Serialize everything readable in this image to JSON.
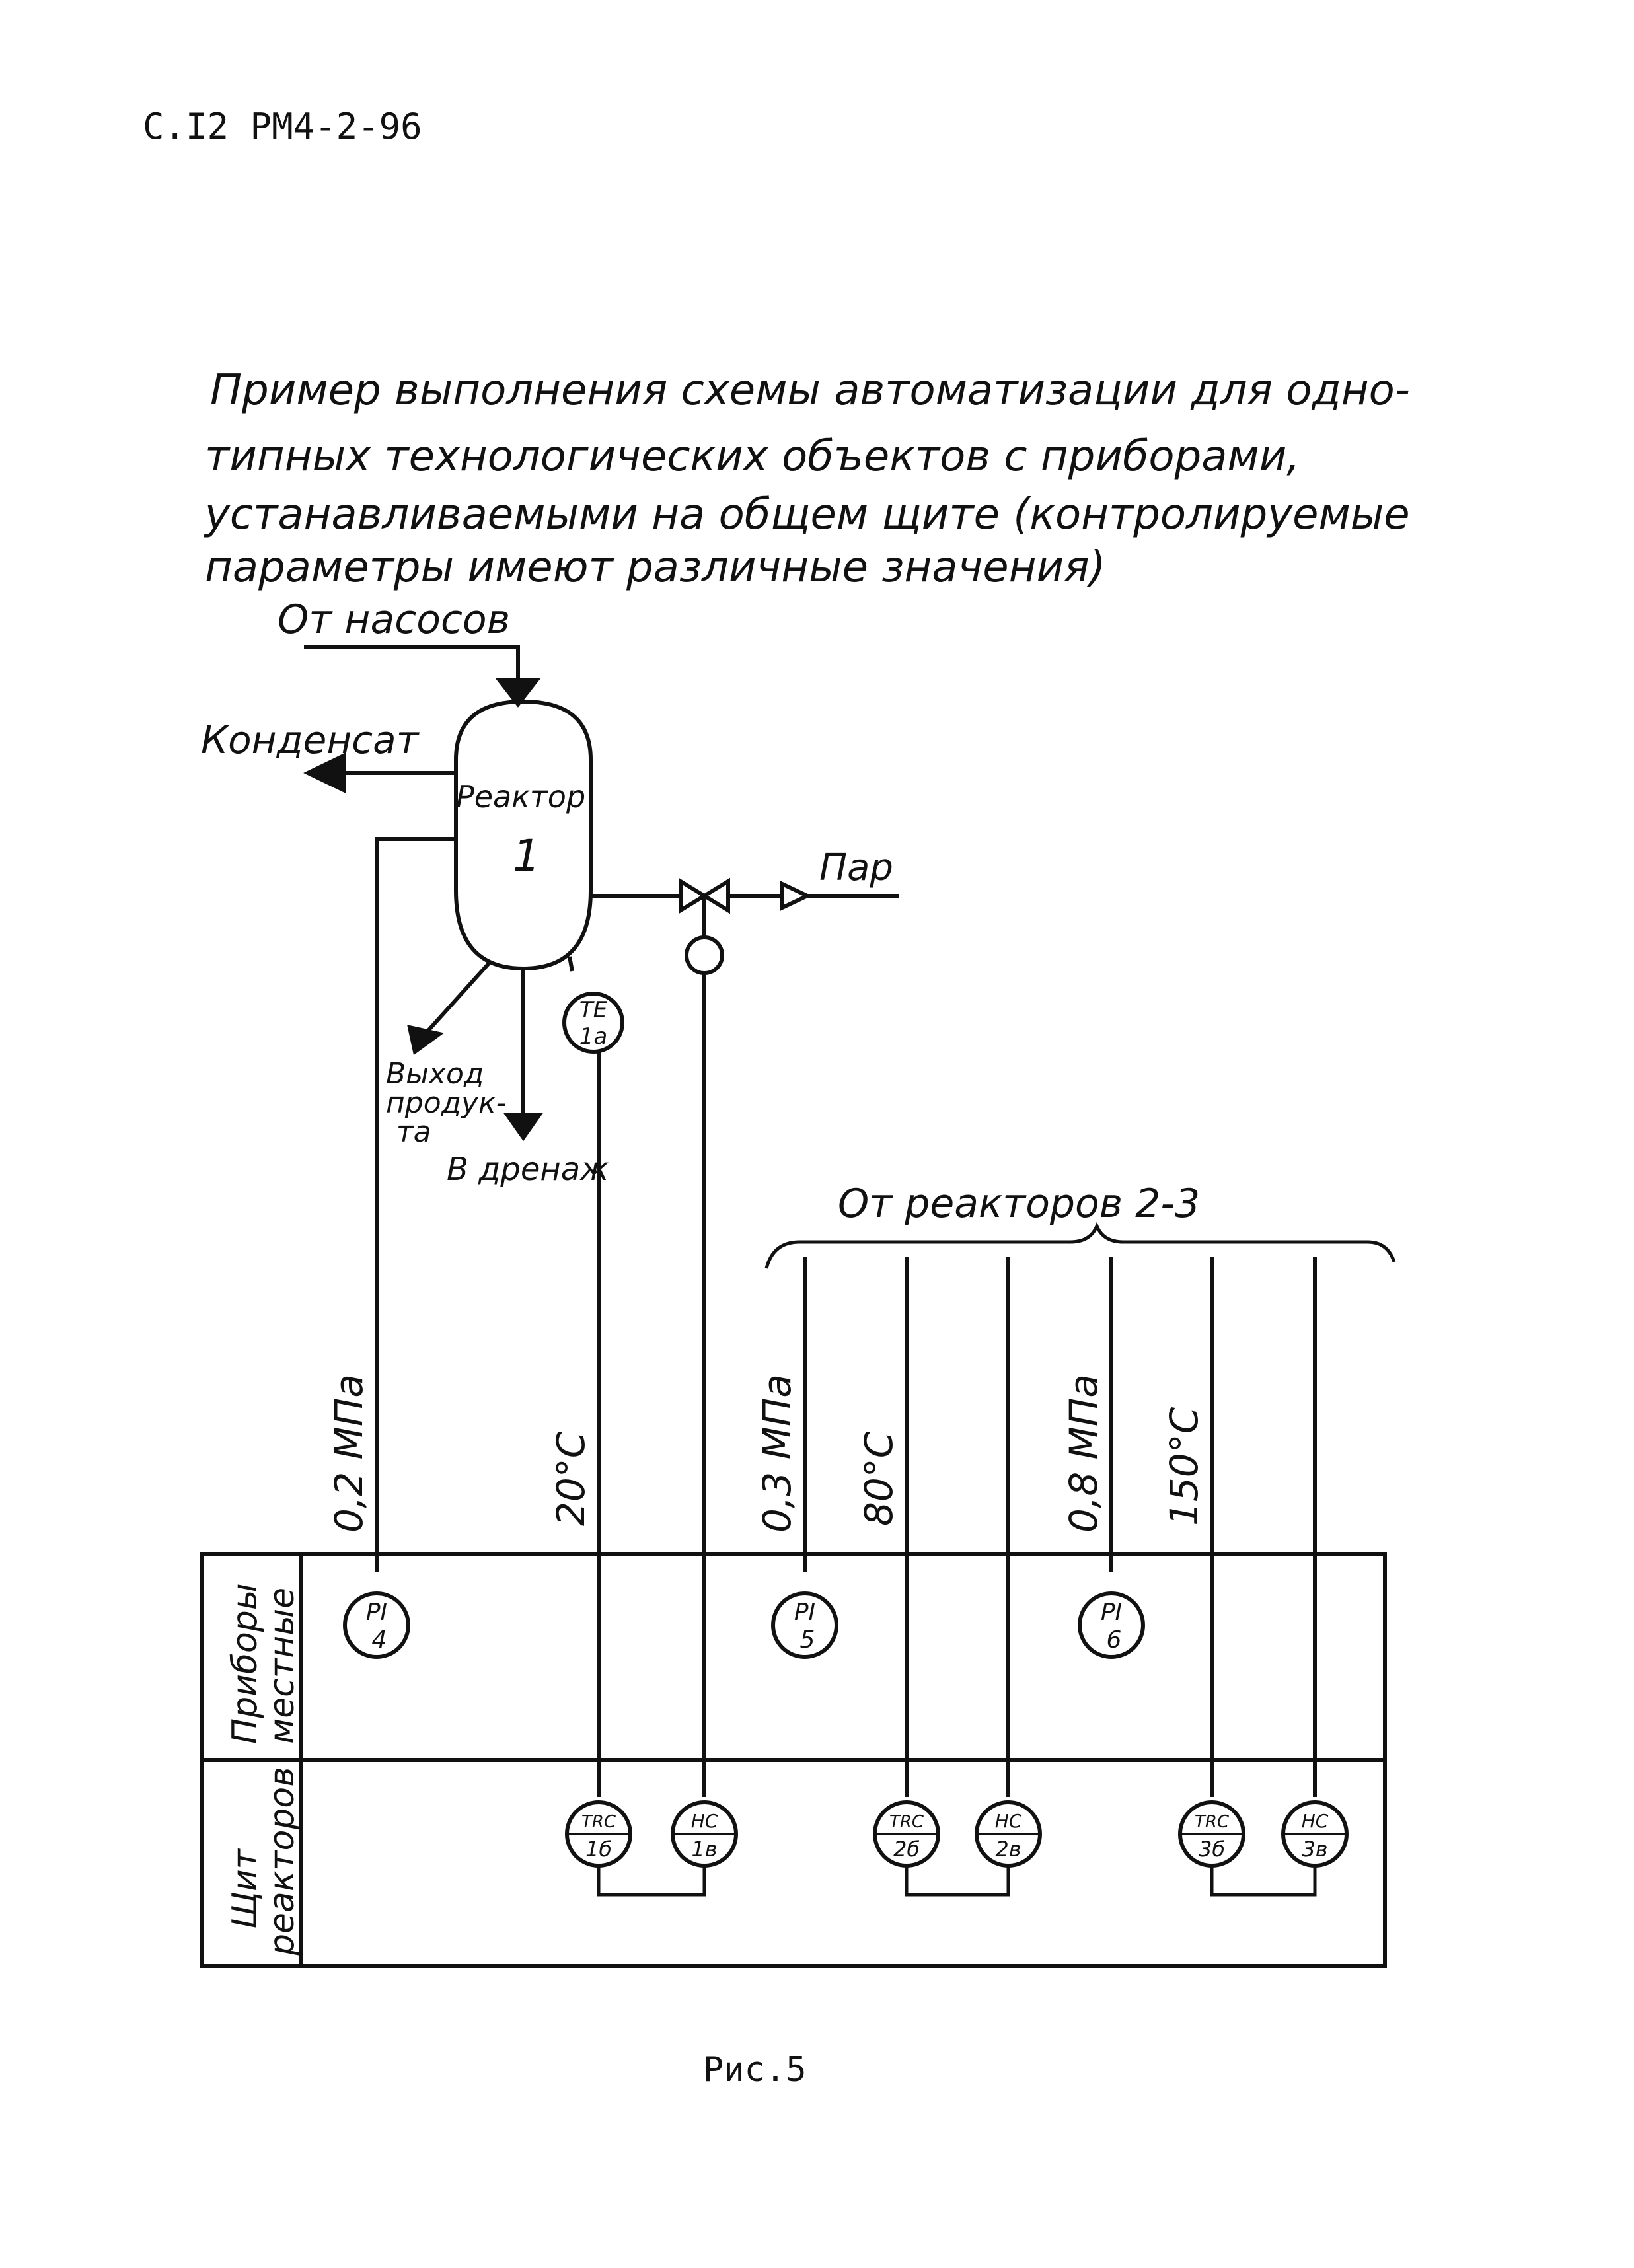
{
  "header": {
    "page_code": "C.I2 PM4-2-96"
  },
  "title_lines": [
    "Пример выполнения схемы автоматизации для одно-",
    "типных технологических объектов с приборами,",
    "устанавливаемыми на общем щите (контролируемые",
    "параметры имеют различные значения)"
  ],
  "flows": {
    "from_pumps": "От насосов",
    "condensate": "Конденсат",
    "steam": "Пар",
    "product_out_lines": [
      "Выход",
      "продук-",
      "та"
    ],
    "drain": "В дренаж"
  },
  "reactor": {
    "label": "Реактор",
    "number": "1"
  },
  "sensor_te": {
    "code": "TE",
    "tag": "1а"
  },
  "from_reactors": "От реакторов 2-3",
  "params": [
    "0,2 МПа",
    "20°С",
    "0,3 МПа",
    "80°С",
    "0,8 МПа",
    "150°С"
  ],
  "panel_rows": {
    "local_lines": [
      "Приборы",
      "местные"
    ],
    "board_lines": [
      "Щит",
      "реакторов"
    ]
  },
  "local_instruments": [
    {
      "code": "PI",
      "tag": "4"
    },
    {
      "code": "PI",
      "tag": "5"
    },
    {
      "code": "PI",
      "tag": "6"
    }
  ],
  "board_instruments": [
    {
      "code": "TRC",
      "tag": "1б"
    },
    {
      "code": "HC",
      "tag": "1в"
    },
    {
      "code": "TRC",
      "tag": "2б"
    },
    {
      "code": "HC",
      "tag": "2в"
    },
    {
      "code": "TRC",
      "tag": "3б"
    },
    {
      "code": "HC",
      "tag": "3в"
    }
  ],
  "figure_caption": "Рис.5"
}
